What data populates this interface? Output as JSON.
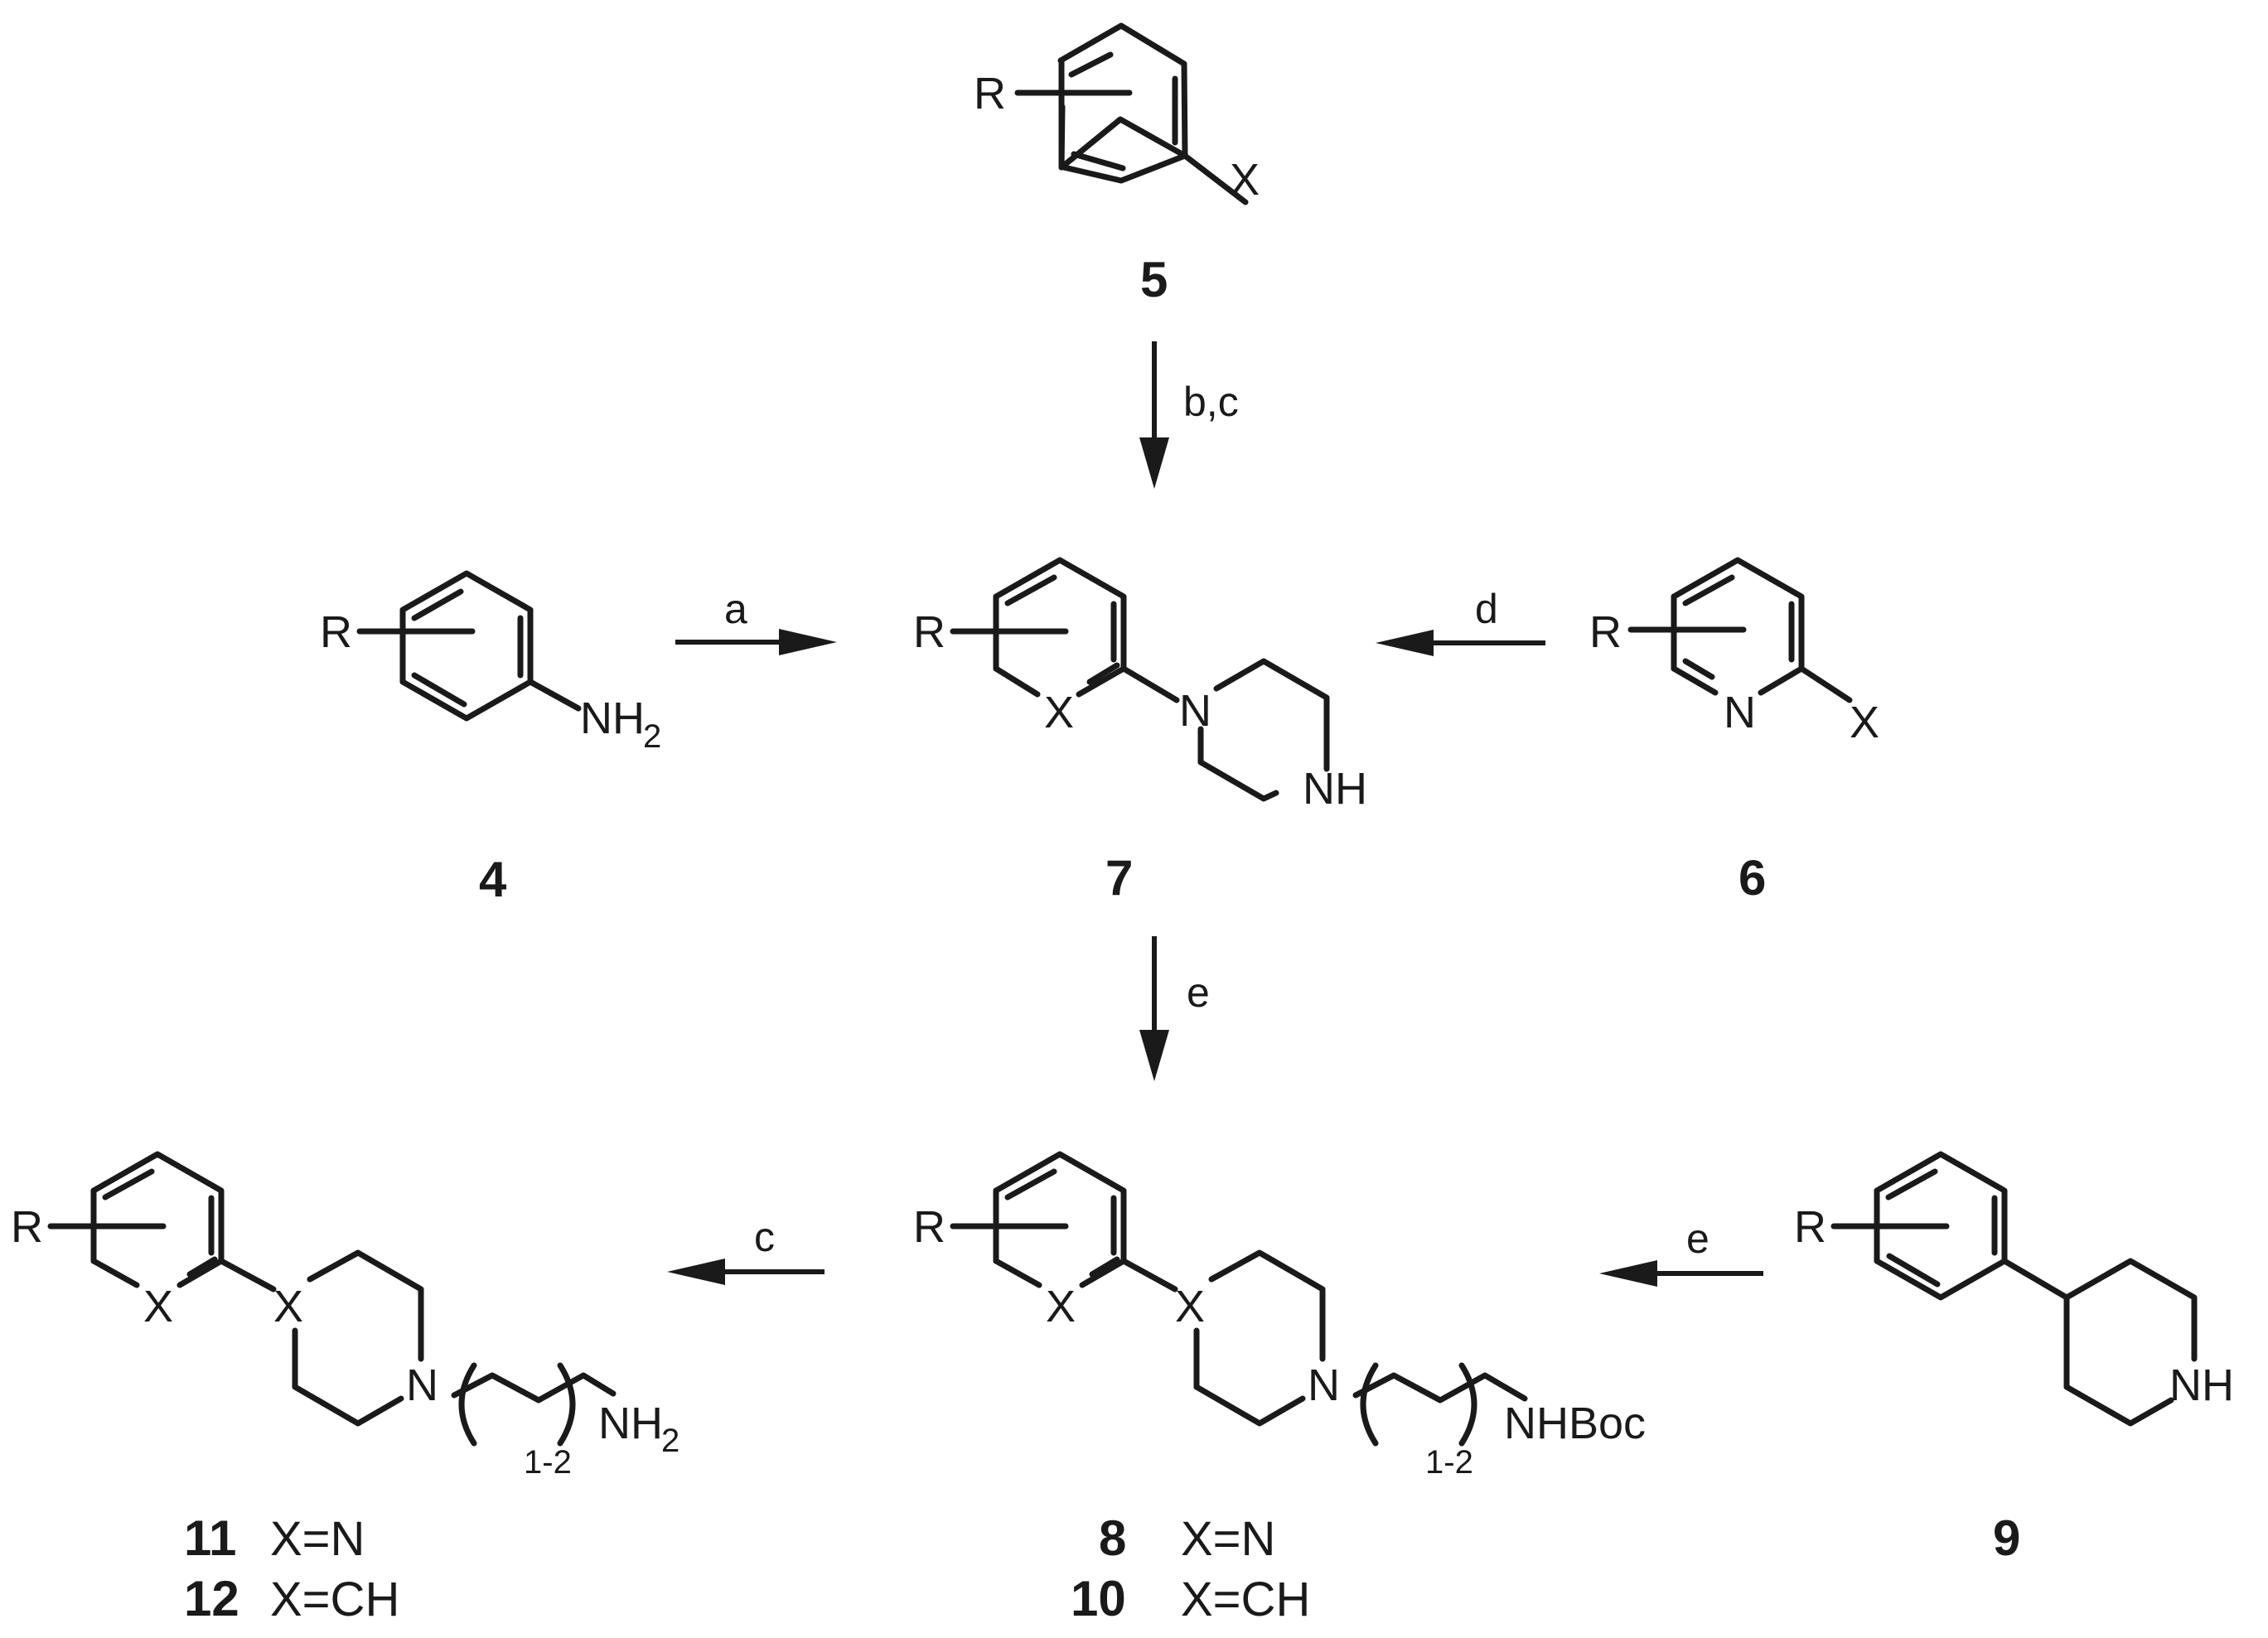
{
  "compounds": {
    "c5": {
      "number": "5",
      "atoms": {
        "r": "R",
        "x": "X"
      }
    },
    "c4": {
      "number": "4",
      "atoms": {
        "r": "R",
        "nh": "NH",
        "h2sub": "2"
      }
    },
    "c7": {
      "number": "7",
      "atoms": {
        "r": "R",
        "x": "X",
        "n": "N",
        "nh": "NH"
      }
    },
    "c6": {
      "number": "6",
      "atoms": {
        "r": "R",
        "n": "N",
        "x": "X"
      }
    },
    "c8_10": {
      "atoms": {
        "r": "R",
        "x_ring": "X",
        "x_pip": "X",
        "n": "N",
        "chain_sub": "1-2",
        "nhboc": "NHBoc"
      },
      "labels": [
        {
          "number": "8",
          "definition": "X=N"
        },
        {
          "number": "10",
          "definition": "X=CH"
        }
      ]
    },
    "c9": {
      "number": "9",
      "atoms": {
        "r": "R",
        "nh": "NH"
      }
    },
    "c11_12": {
      "atoms": {
        "r": "R",
        "x_ring": "X",
        "x_pip": "X",
        "n": "N",
        "chain_sub": "1-2",
        "nh": "NH",
        "h2sub": "2"
      },
      "labels": [
        {
          "number": "11",
          "definition": "X=N"
        },
        {
          "number": "12",
          "definition": "X=CH"
        }
      ]
    }
  },
  "arrows": {
    "a": {
      "label": "a"
    },
    "bc": {
      "label": "b,c"
    },
    "d": {
      "label": "d"
    },
    "e1": {
      "label": "e"
    },
    "e2": {
      "label": "e"
    },
    "c": {
      "label": "c"
    }
  },
  "colors": {
    "ink": "#1a1a1a",
    "background": "#ffffff"
  }
}
